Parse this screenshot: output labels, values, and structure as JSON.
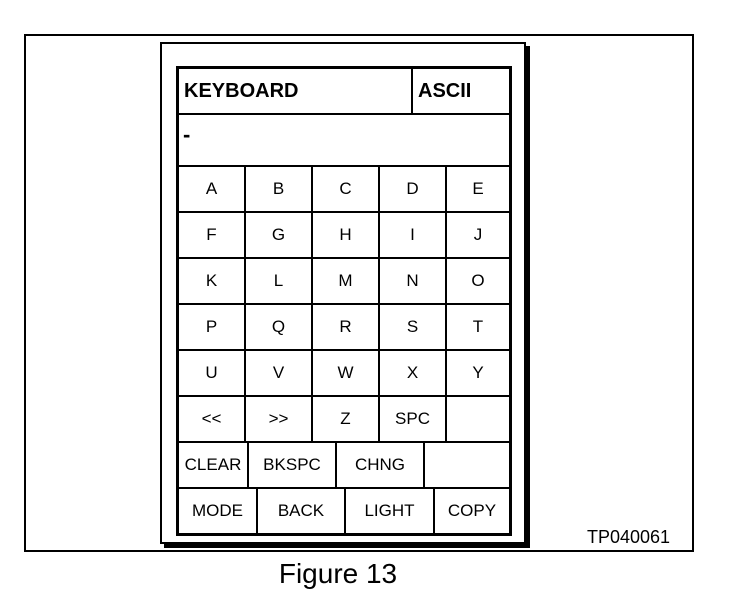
{
  "title": "KEYBOARD",
  "mode": "ASCII",
  "entry_value": "-",
  "keys": [
    [
      "A",
      "B",
      "C",
      "D",
      "E"
    ],
    [
      "F",
      "G",
      "H",
      "I",
      "J"
    ],
    [
      "K",
      "L",
      "M",
      "N",
      "O"
    ],
    [
      "P",
      "Q",
      "R",
      "S",
      "T"
    ],
    [
      "U",
      "V",
      "W",
      "X",
      "Y"
    ],
    [
      "<<",
      ">>",
      "Z",
      "SPC",
      ""
    ]
  ],
  "edit_row": {
    "clear": "CLEAR",
    "bkspc": "BKSPC",
    "chng": "CHNG"
  },
  "nav_row": {
    "mode": "MODE",
    "back": "BACK",
    "light": "LIGHT",
    "copy": "COPY"
  },
  "tp_code": "TP040061",
  "caption": "Figure 13"
}
